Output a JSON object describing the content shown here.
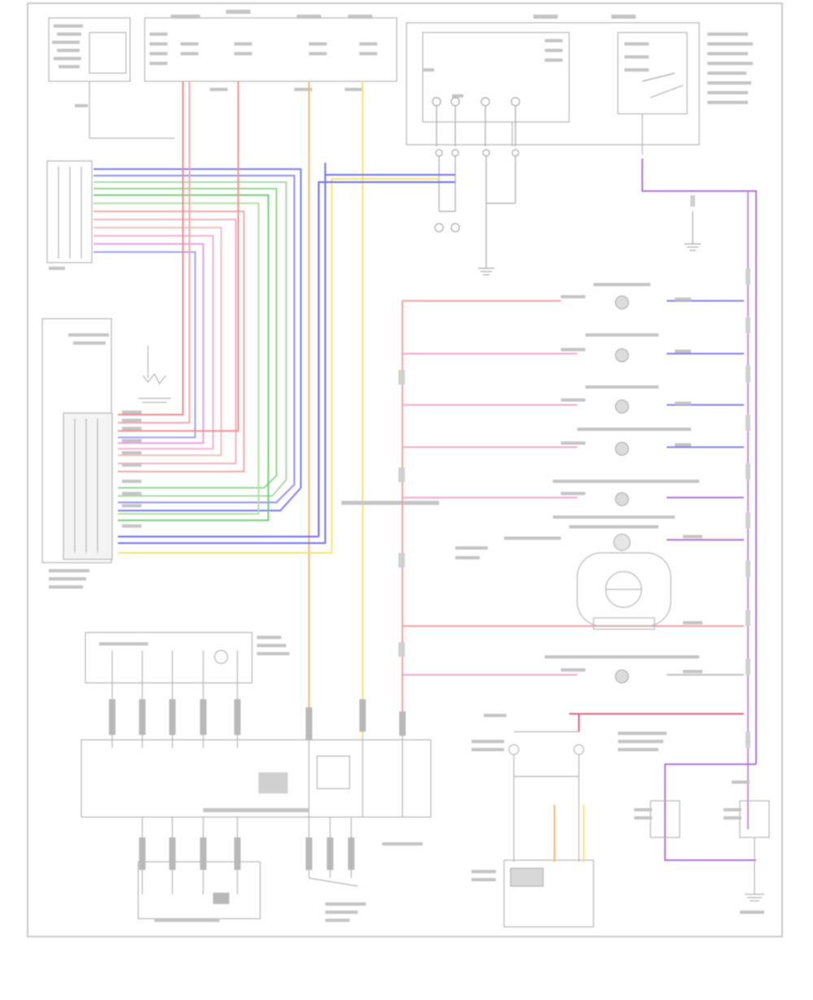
{
  "diagram": {
    "sheet_label": "",
    "colors": {
      "wire_red": "#f28a8a",
      "wire_pink": "#f5a8c8",
      "wire_blue": "#6f6ff0",
      "wire_green": "#7cd67c",
      "wire_yellow": "#f3e46c",
      "wire_orange": "#f5b870",
      "wire_purple": "#a064c8",
      "wire_violet": "#b070d8",
      "wire_gray": "#9a9a9a",
      "outline": "#b4b4b4"
    },
    "components": [
      "fuse-block",
      "data-link-connector",
      "abs-control-unit",
      "combination-meter",
      "steering-angle-sensor",
      "wheel-speed-sensors",
      "yaw-rate-sensor",
      "brake-switch",
      "ground-points"
    ]
  }
}
